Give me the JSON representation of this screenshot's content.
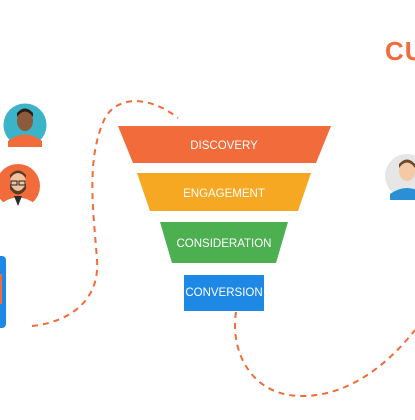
{
  "title": "CU",
  "stages": [
    {
      "label": "DISCOVERY",
      "color": "#f26b3a"
    },
    {
      "label": "ENGAGEMENT",
      "color": "#f7a823"
    },
    {
      "label": "CONSIDERATION",
      "color": "#4caf50"
    },
    {
      "label": "CONVERSION",
      "color": "#1e88e5"
    }
  ],
  "colors": {
    "dash": "#f26b3a",
    "avatar_teal": "#3bb3c9",
    "avatar_orange": "#f26b3a",
    "avatar_grey": "#e6e6e6"
  },
  "icons": [
    "avatar-man-icon",
    "avatar-bearded-man-icon",
    "avatar-customer-icon",
    "device-icon"
  ]
}
